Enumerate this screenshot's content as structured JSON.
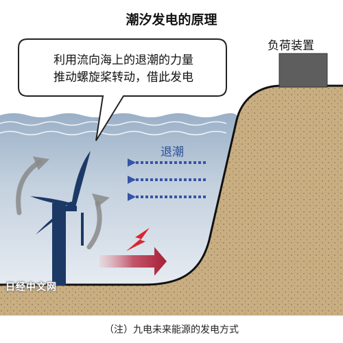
{
  "title": "潮汐发电的原理",
  "bubble": {
    "line1": "利用流向海上的退潮的力量",
    "line2": "推动螺旋桨转动，借此发电"
  },
  "load_label": "负荷装置",
  "ebb_label": "退潮",
  "watermark": "日经中文网",
  "caption": "（注）九电未来能源的发电方式",
  "colors": {
    "sea_top": "#9ab0c7",
    "sea_bottom": "#eef2f6",
    "land": "#c9ae82",
    "turbine": "#1c3966",
    "flow_arrows": "#3554a8",
    "load_box": "#5e5e5e",
    "spark": "#d82630"
  },
  "icons": {
    "turbine": "turbine-icon",
    "spark": "lightning-icon",
    "rotation": "rotation-arrow-icon"
  }
}
